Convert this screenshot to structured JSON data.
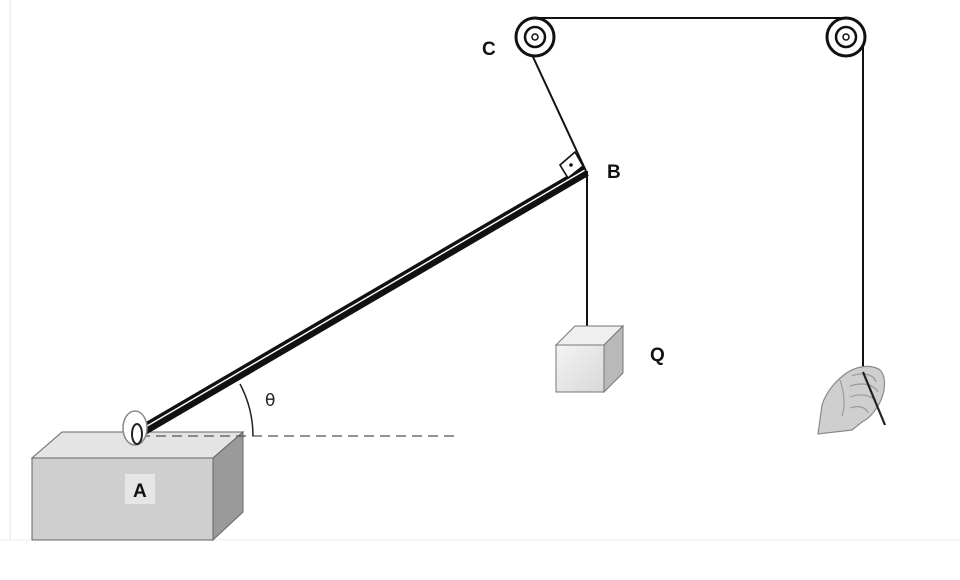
{
  "diagram": {
    "labels": {
      "point_a": "A",
      "point_b": "B",
      "point_c": "C",
      "weight_q": "Q",
      "angle": "θ"
    },
    "colors": {
      "background": "#ffffff",
      "line": "#111111",
      "box_front": "#cfcfcf",
      "box_top": "#e4e4e4",
      "box_side": "#9a9a9a",
      "weight_front": "#e8e8e8",
      "hand": "#cfcfcf"
    },
    "icons": {
      "hand": "hand-pulling-rope-icon",
      "pulley": "pulley-icon"
    }
  }
}
